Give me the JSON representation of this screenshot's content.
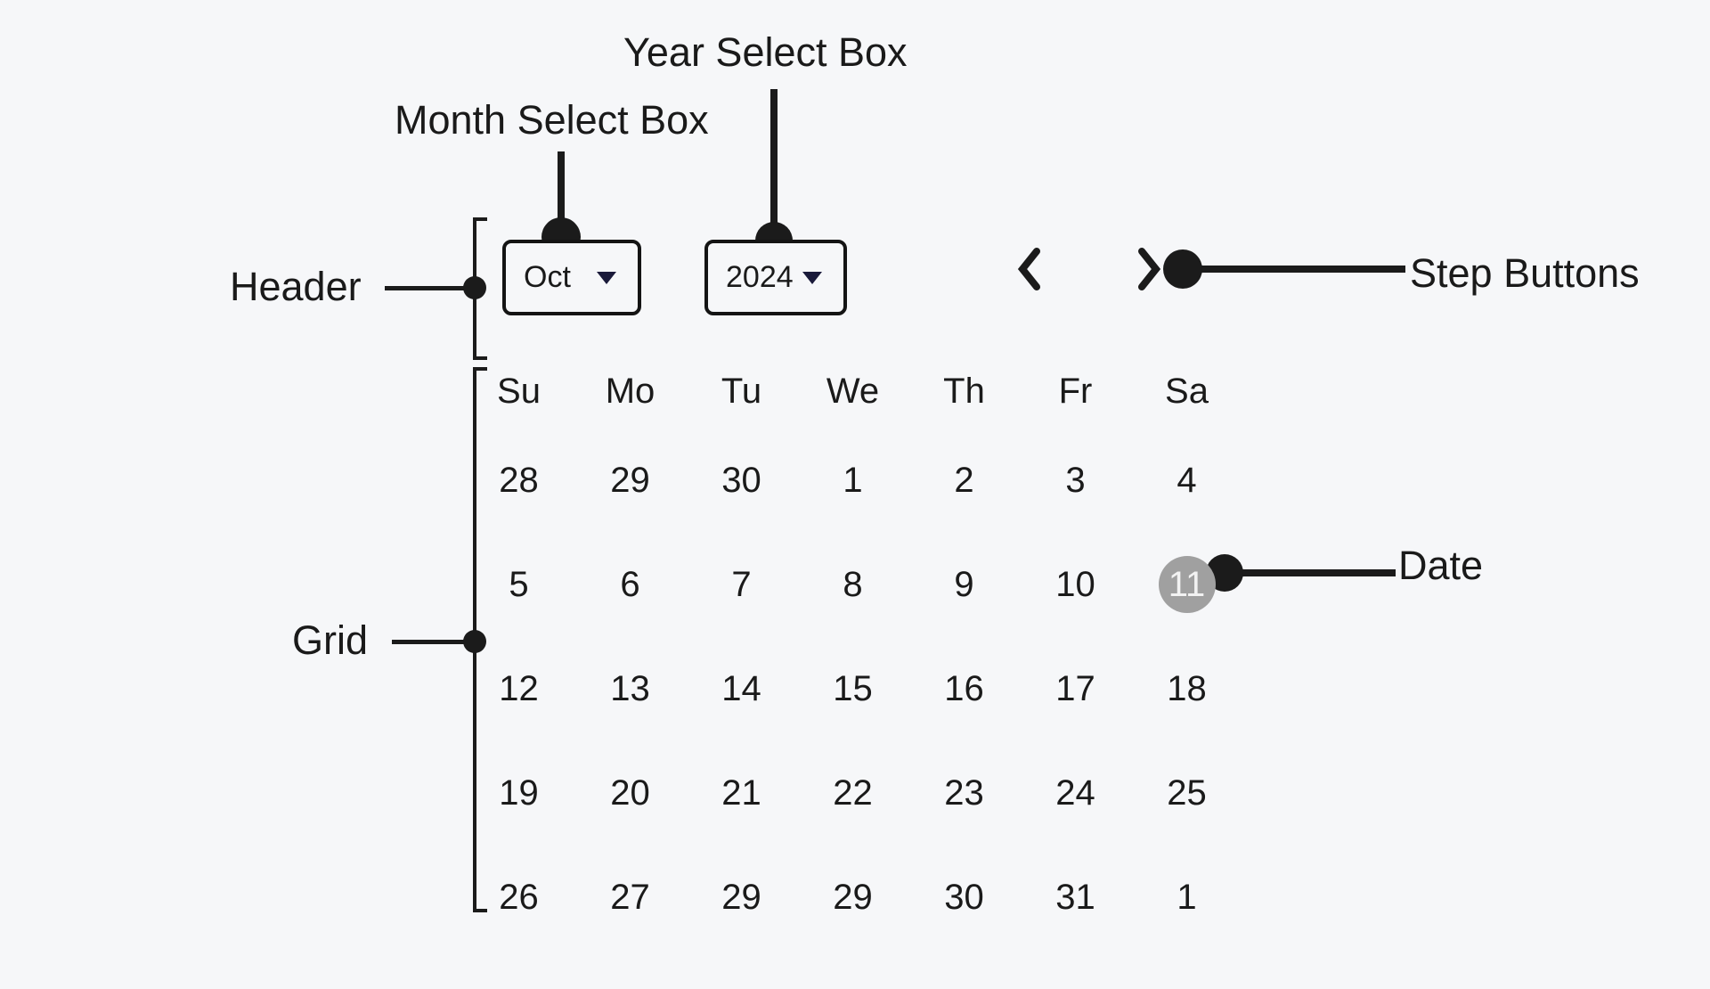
{
  "colors": {
    "bg": "#f6f7f9",
    "ink": "#1b1b1b",
    "text": "#1a1a1a",
    "caret": "#1a1a3a",
    "selected_bg": "#a0a0a0",
    "selected_text": "#f2f2f2"
  },
  "annotations": {
    "year_select": "Year Select Box",
    "month_select": "Month Select Box",
    "header": "Header",
    "step_buttons": "Step Buttons",
    "grid": "Grid",
    "date": "Date"
  },
  "calendar": {
    "month": "Oct",
    "year": "2024",
    "day_headers": [
      "Su",
      "Mo",
      "Tu",
      "We",
      "Th",
      "Fr",
      "Sa"
    ],
    "weeks": [
      [
        "28",
        "29",
        "30",
        "1",
        "2",
        "3",
        "4"
      ],
      [
        "5",
        "6",
        "7",
        "8",
        "9",
        "10",
        "11"
      ],
      [
        "12",
        "13",
        "14",
        "15",
        "16",
        "17",
        "18"
      ],
      [
        "19",
        "20",
        "21",
        "22",
        "23",
        "24",
        "25"
      ],
      [
        "26",
        "27",
        "29",
        "29",
        "30",
        "31",
        "1"
      ]
    ],
    "selected": {
      "row": 1,
      "col": 6,
      "value": "11"
    }
  }
}
